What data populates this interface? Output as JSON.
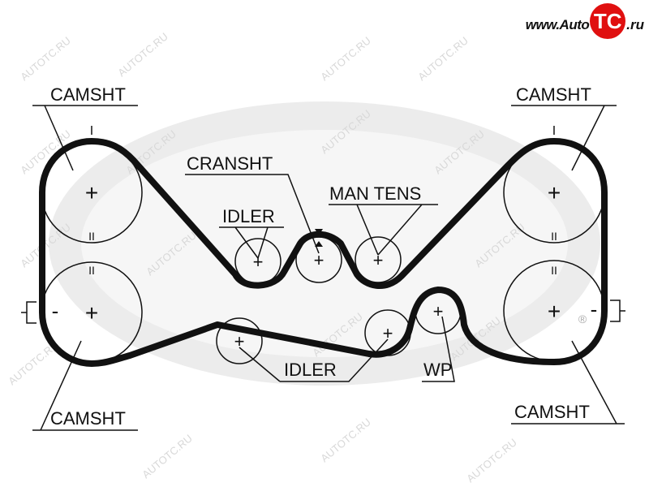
{
  "logo": {
    "prefix": "www.Auto",
    "brand": "TC",
    ".ru": ".ru",
    "suffix": ".ru",
    "accent": "#e01010"
  },
  "watermark": "AUTOTC.RU",
  "labels": {
    "camsht_top_left": "CAMSHT",
    "camsht_top_right": "CAMSHT",
    "camsht_bottom_left": "CAMSHT",
    "camsht_bottom_right": "CAMSHT",
    "cranksht": "CRANSHT",
    "idler_upper": "IDLER",
    "idler_lower": "IDLER",
    "man_tens": "MAN TENS",
    "wp": "WP"
  },
  "marks": {
    "timing_single": "I",
    "timing_double": "II",
    "plus": "+",
    "minus": "-",
    "registered": "®"
  }
}
